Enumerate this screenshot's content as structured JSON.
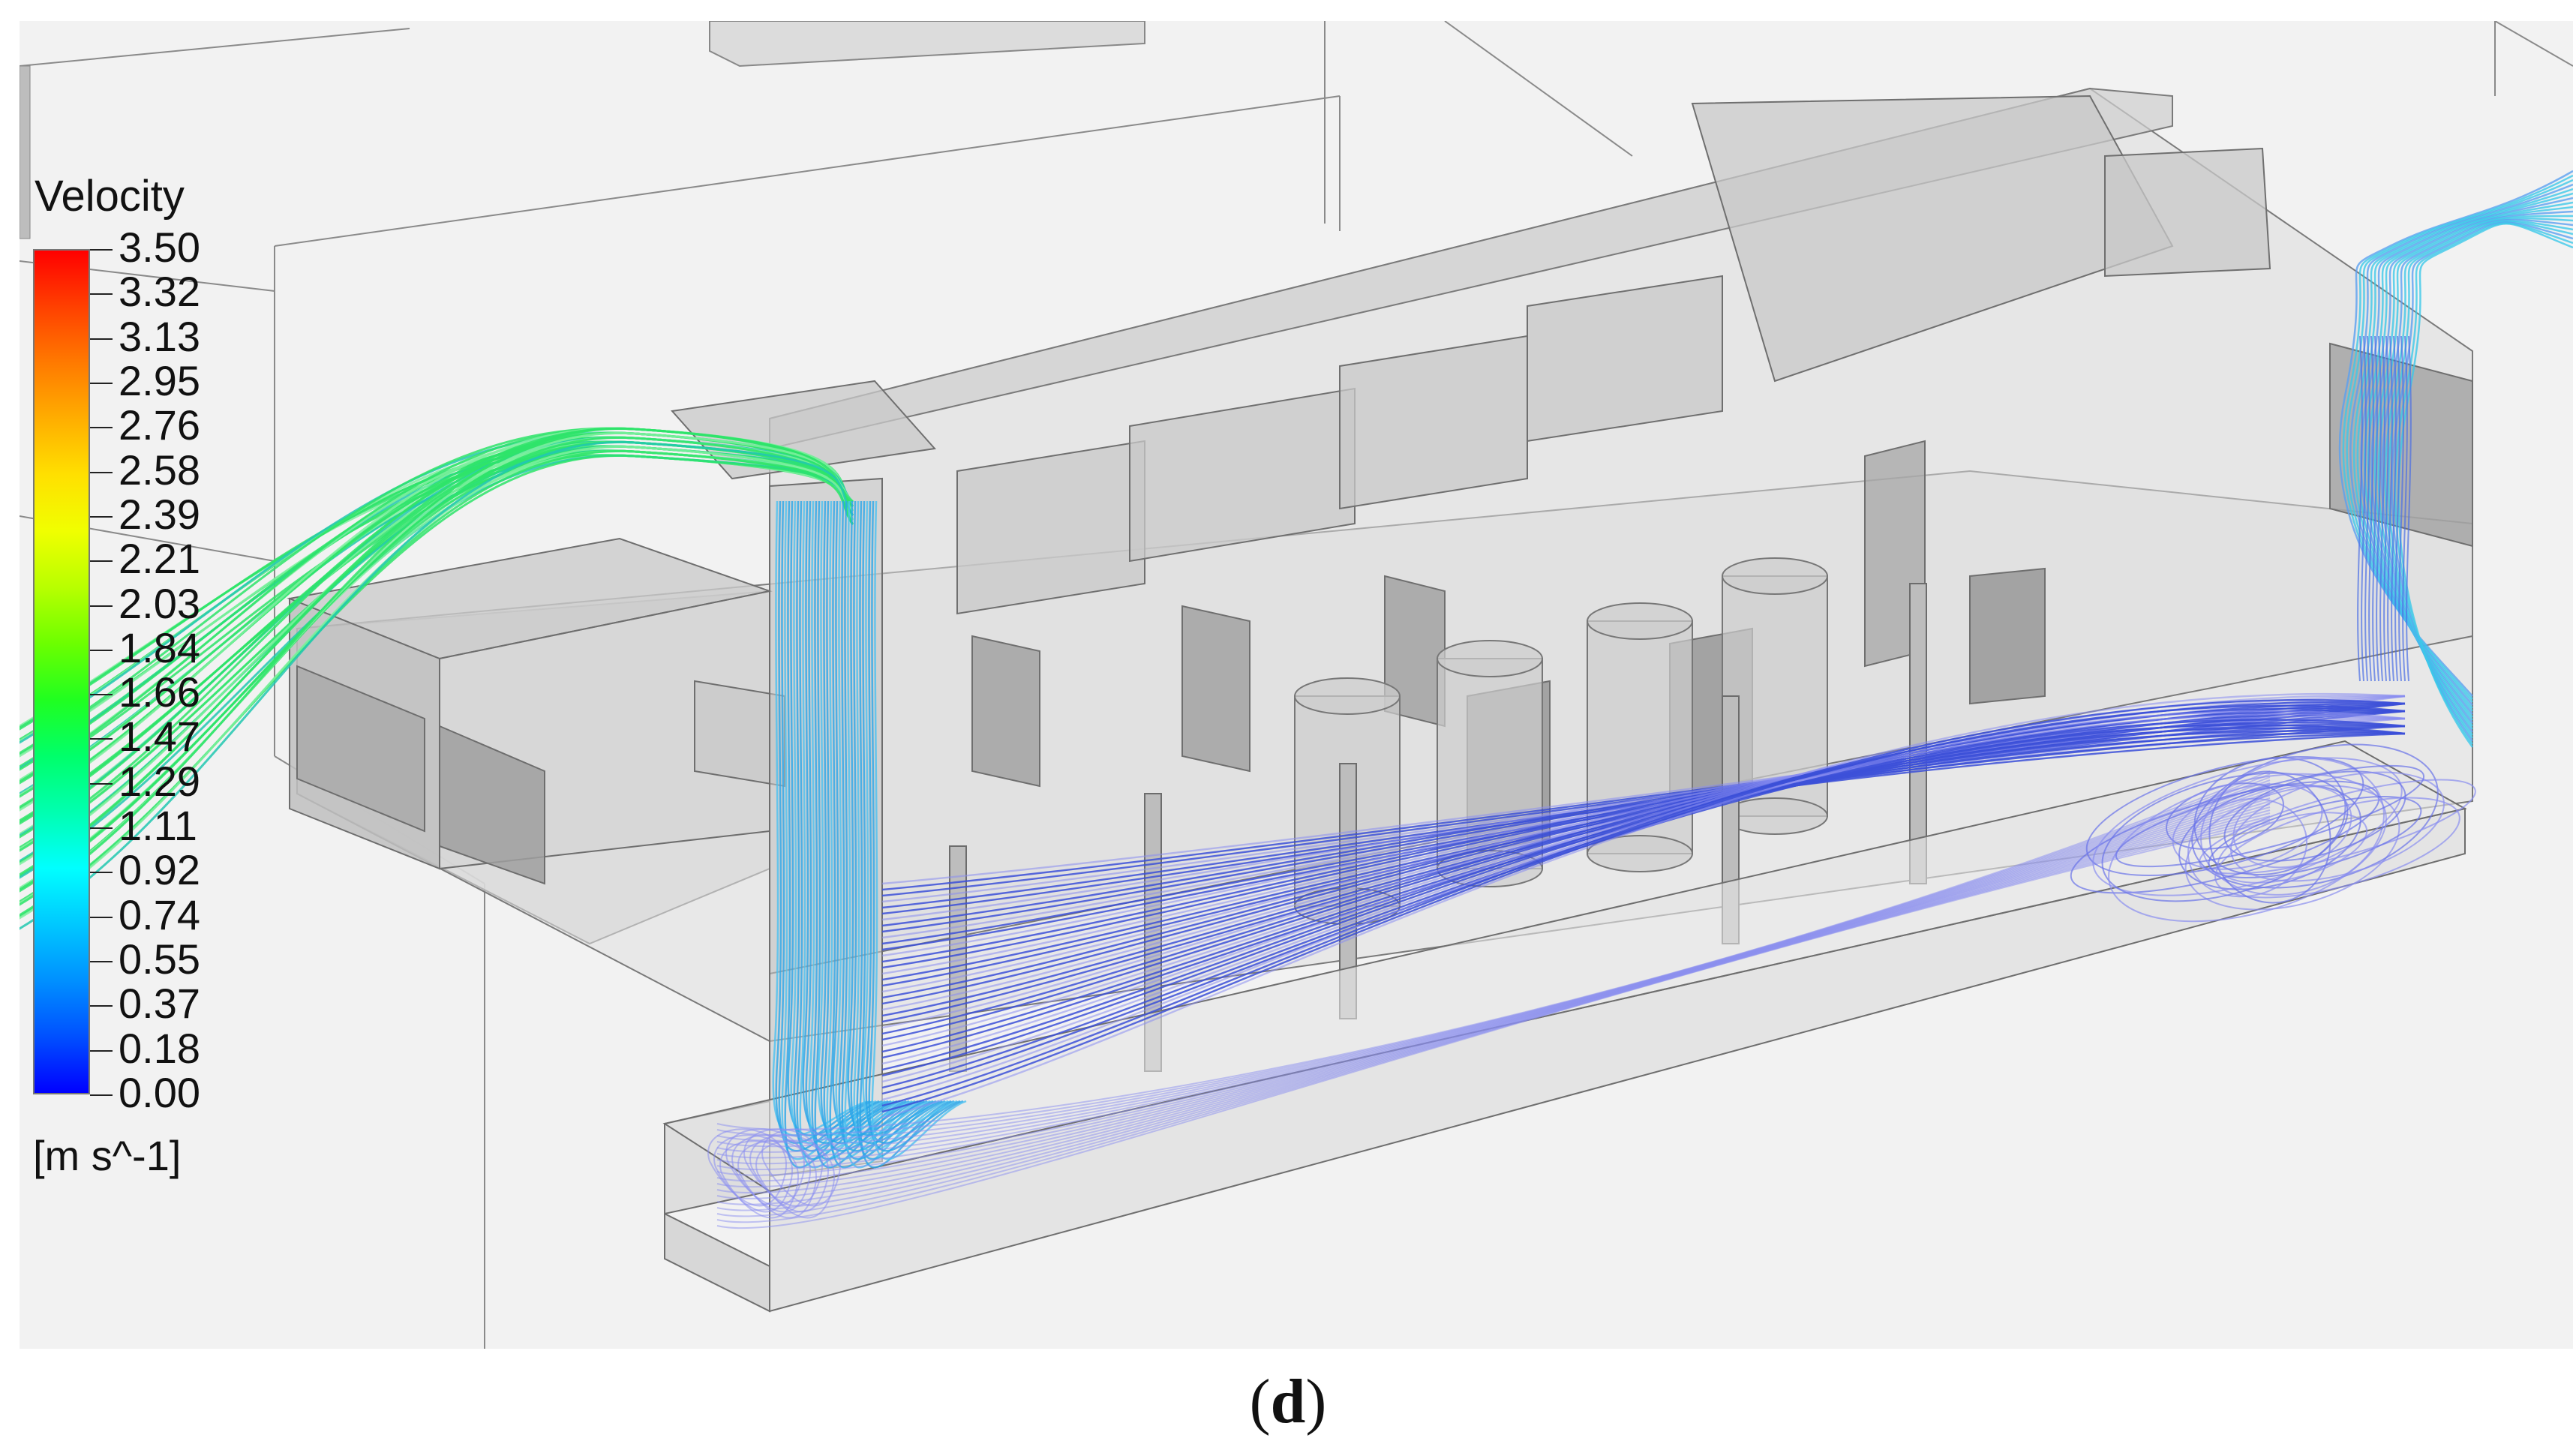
{
  "legend": {
    "title": "Velocity",
    "unit": "[m s^-1]",
    "ticks": [
      "3.50",
      "3.32",
      "3.13",
      "2.95",
      "2.76",
      "2.58",
      "2.39",
      "2.21",
      "2.03",
      "1.84",
      "1.66",
      "1.47",
      "1.29",
      "1.11",
      "0.92",
      "0.74",
      "0.55",
      "0.37",
      "0.18",
      "0.00"
    ],
    "gradient_colors": [
      "#ff0000",
      "#ff4000",
      "#ff7a00",
      "#ffae00",
      "#ffe000",
      "#f0ff00",
      "#b8ff00",
      "#6cff00",
      "#20ff20",
      "#00ff6a",
      "#00ffb0",
      "#00ffff",
      "#00c8ff",
      "#0090ff",
      "#0050ff",
      "#0000ff"
    ]
  },
  "streamline_colors": {
    "inlet": "#2ee46a",
    "inlet_light": "#7ff0a0",
    "downflow": "#2aa6e8",
    "recirculation": "#3c50d8",
    "slow": "#8a8ef0",
    "outlet": "#3cc8e8"
  },
  "panel": {
    "label_open": "(",
    "label_letter": "d",
    "label_close": ")"
  }
}
